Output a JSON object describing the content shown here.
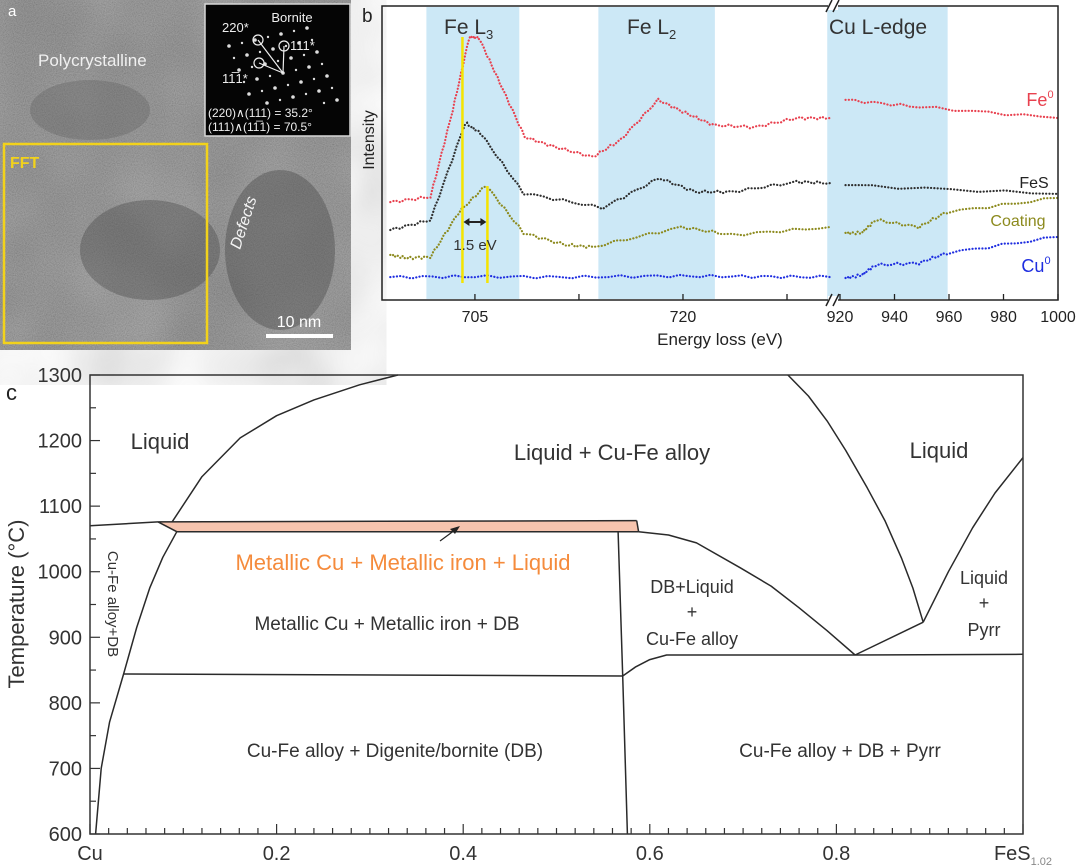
{
  "panel_a": {
    "label": "a",
    "title": "Polycrystalline",
    "fft_label": "FFT",
    "defects_label": "Defects",
    "scale_bar": "10 nm",
    "inset": {
      "title": "Bornite",
      "spots": [
        "220*",
        "111*",
        "11̅1*"
      ],
      "angles": [
        "(220)∧(111) = 35.2°",
        "(111)∧(11̅1) = 70.5°"
      ]
    },
    "colors": {
      "box": "#f2d21b",
      "text": "#ffffff"
    }
  },
  "chart_data": [
    {
      "type": "line",
      "panel_label": "b",
      "title": "",
      "xlabel": "Energy loss (eV)",
      "ylabel": "Intensity",
      "xlim_segments": [
        [
          698.3,
          731
        ],
        [
          918,
          1000
        ]
      ],
      "ylim": [
        0,
        10
      ],
      "xticks": [
        {
          "value": 705,
          "label": "705"
        },
        {
          "value": 712.5,
          "label": ""
        },
        {
          "value": 720,
          "label": "720"
        },
        {
          "value": 727.5,
          "label": ""
        },
        {
          "value": 920,
          "label": "920"
        },
        {
          "value": 940,
          "label": "940"
        },
        {
          "value": 960,
          "label": "960"
        },
        {
          "value": 980,
          "label": "980"
        },
        {
          "value": 1000,
          "label": "1000"
        }
      ],
      "regions": [
        {
          "name": "Fe  L",
          "sub": "3",
          "range": [
            701.5,
            708.2
          ],
          "color": "#cce8f6"
        },
        {
          "name": "Fe  L",
          "sub": "2",
          "range": [
            713.9,
            722.3
          ],
          "color": "#cce8f6"
        },
        {
          "name": "Cu L-edge",
          "sub": "",
          "range": [
            730.4,
            959.5
          ],
          "color": "#cce8f6"
        }
      ],
      "series": [
        {
          "name": "Fe",
          "sup": "0",
          "color": "#e8414f",
          "points": [
            [
              698.9,
              3.34
            ],
            [
              701.8,
              3.52
            ],
            [
              703.4,
              6.48
            ],
            [
              704.6,
              8.98
            ],
            [
              705.3,
              8.94
            ],
            [
              706.8,
              7.41
            ],
            [
              708.6,
              5.56
            ],
            [
              710.8,
              5.22
            ],
            [
              713.5,
              4.88
            ],
            [
              715.5,
              5.46
            ],
            [
              718.2,
              6.83
            ],
            [
              720.2,
              6.38
            ],
            [
              722.2,
              5.97
            ],
            [
              725.2,
              5.9
            ],
            [
              728.2,
              6.21
            ],
            [
              730.6,
              6.21
            ],
            [
              922,
              6.83
            ],
            [
              949,
              6.59
            ],
            [
              1000,
              6.21
            ]
          ]
        },
        {
          "name": "FeS",
          "sup": "",
          "color": "#2e2e2e",
          "points": [
            [
              698.9,
              2.39
            ],
            [
              701.8,
              2.73
            ],
            [
              704.3,
              6.04
            ],
            [
              705.4,
              5.7
            ],
            [
              708.5,
              3.65
            ],
            [
              714.2,
              3.14
            ],
            [
              718.3,
              4.16
            ],
            [
              720.9,
              3.69
            ],
            [
              723.5,
              3.69
            ],
            [
              728.2,
              4.03
            ],
            [
              730.6,
              3.99
            ],
            [
              922,
              3.92
            ],
            [
              1000,
              3.62
            ]
          ]
        },
        {
          "name": "Coating",
          "sup": "",
          "color": "#8c8a1e",
          "points": [
            [
              698.9,
              1.54
            ],
            [
              700.1,
              1.43
            ],
            [
              701.8,
              1.47
            ],
            [
              703.8,
              2.97
            ],
            [
              705.8,
              3.92
            ],
            [
              708.5,
              2.29
            ],
            [
              711.5,
              1.88
            ],
            [
              713.5,
              1.81
            ],
            [
              719.9,
              2.49
            ],
            [
              723.5,
              2.22
            ],
            [
              730.6,
              2.49
            ],
            [
              922,
              2.29
            ],
            [
              928,
              2.29
            ],
            [
              933,
              2.73
            ],
            [
              949,
              2.49
            ],
            [
              959,
              3.0
            ],
            [
              1000,
              3.48
            ]
          ]
        },
        {
          "name": "Cu",
          "sup": "0",
          "color": "#1f2ee0",
          "points": [
            [
              698.9,
              0.78
            ],
            [
              705,
              0.8
            ],
            [
              712,
              0.78
            ],
            [
              719,
              0.82
            ],
            [
              725,
              0.8
            ],
            [
              730.6,
              0.78
            ],
            [
              922,
              0.75
            ],
            [
              928,
              0.85
            ],
            [
              933,
              1.19
            ],
            [
              949,
              1.26
            ],
            [
              959,
              1.6
            ],
            [
              1000,
              2.15
            ]
          ]
        }
      ],
      "annotations": [
        {
          "text": "1.5 eV",
          "peak_positions": [
            704.1,
            705.9
          ]
        }
      ]
    },
    {
      "type": "phase_diagram",
      "panel_label": "c",
      "xlabel_ticks": [
        {
          "value": 0,
          "label": "Cu"
        },
        {
          "value": 0.2,
          "label": "0.2"
        },
        {
          "value": 0.4,
          "label": "0.4"
        },
        {
          "value": 0.6,
          "label": "0.6"
        },
        {
          "value": 0.8,
          "label": "0.8"
        },
        {
          "value": 1.0,
          "label": "FeS",
          "sub": "1.02"
        }
      ],
      "ylabel": "Temperature (°C)",
      "yticks": [
        1300,
        1200,
        1100,
        1000,
        900,
        800,
        700,
        600
      ],
      "xlim": [
        0,
        1.0
      ],
      "ylim": [
        600,
        1300
      ],
      "boundaries": [
        {
          "name": "left-eutectic-line",
          "points": [
            [
              0,
              1070
            ],
            [
              0.073,
              1076
            ]
          ]
        },
        {
          "name": "left-solidus",
          "points": [
            [
              0.006,
              600
            ],
            [
              0.012,
              700
            ],
            [
              0.021,
              771
            ],
            [
              0.036,
              844
            ],
            [
              0.05,
              915
            ],
            [
              0.064,
              975
            ],
            [
              0.078,
              1022
            ],
            [
              0.093,
              1061
            ]
          ]
        },
        {
          "name": "left-liquidus",
          "points": [
            [
              0.088,
              1076
            ],
            [
              0.12,
              1145
            ],
            [
              0.161,
              1204
            ],
            [
              0.2,
              1238
            ],
            [
              0.24,
              1262
            ],
            [
              0.289,
              1285
            ],
            [
              0.33,
              1300
            ]
          ]
        },
        {
          "name": "band-top",
          "points": [
            [
              0.073,
              1076
            ],
            [
              0.586,
              1078
            ]
          ]
        },
        {
          "name": "band-bottom",
          "points": [
            [
              0.093,
              1061
            ],
            [
              0.588,
              1061
            ]
          ]
        },
        {
          "name": "band-left-edge",
          "points": [
            [
              0.073,
              1076
            ],
            [
              0.093,
              1061
            ]
          ]
        },
        {
          "name": "band-right-edge",
          "points": [
            [
              0.586,
              1078
            ],
            [
              0.588,
              1061
            ]
          ]
        },
        {
          "name": "vertical-boundary",
          "points": [
            [
              0.566,
              1061
            ],
            [
              0.571,
              841
            ],
            [
              0.576,
              600
            ]
          ]
        },
        {
          "name": "lower-horizontal",
          "points": [
            [
              0.036,
              844
            ],
            [
              0.571,
              841
            ]
          ]
        },
        {
          "name": "lower-right-boundary",
          "points": [
            [
              0.571,
              841
            ],
            [
              0.585,
              855
            ],
            [
              0.6,
              866
            ],
            [
              0.618,
              873
            ],
            [
              0.82,
              873
            ],
            [
              1.0,
              874
            ]
          ]
        },
        {
          "name": "db-liquid-curve",
          "points": [
            [
              0.588,
              1061
            ],
            [
              0.62,
              1056
            ],
            [
              0.65,
              1044
            ],
            [
              0.697,
              1006
            ],
            [
              0.73,
              978
            ],
            [
              0.76,
              945
            ],
            [
              0.79,
              910
            ],
            [
              0.82,
              873
            ]
          ]
        },
        {
          "name": "pyrr-v-left",
          "points": [
            [
              0.82,
              873
            ],
            [
              0.893,
              923
            ]
          ]
        },
        {
          "name": "right-liquidus-desc",
          "points": [
            [
              0.748,
              1300
            ],
            [
              0.77,
              1268
            ],
            [
              0.79,
              1230
            ],
            [
              0.81,
              1185
            ],
            [
              0.833,
              1128
            ],
            [
              0.852,
              1078
            ],
            [
              0.87,
              1020
            ],
            [
              0.882,
              975
            ],
            [
              0.893,
              923
            ]
          ]
        },
        {
          "name": "right-liquidus-asc",
          "points": [
            [
              0.893,
              923
            ],
            [
              0.92,
              1000
            ],
            [
              0.946,
              1067
            ],
            [
              0.97,
              1120
            ],
            [
              1.0,
              1174
            ]
          ]
        }
      ],
      "highlight_band": {
        "points": [
          [
            0.073,
            1076
          ],
          [
            0.586,
            1078
          ],
          [
            0.588,
            1061
          ],
          [
            0.093,
            1061
          ]
        ],
        "color": "#f6c4ae"
      },
      "regions": [
        {
          "label": "Liquid"
        },
        {
          "label": "Liquid + Cu-Fe alloy"
        },
        {
          "label": "Liquid"
        },
        {
          "label": "Metallic Cu + Metallic iron + Liquid",
          "color": "#f58b3c"
        },
        {
          "label": "Metallic Cu + Metallic iron + DB"
        },
        {
          "label": "Cu-Fe alloy + Digenite/bornite (DB)"
        },
        {
          "label": "Cu-Fe alloy+DB"
        },
        {
          "label": "DB+Liquid",
          "line2": "+",
          "line3": "Cu-Fe alloy"
        },
        {
          "label": "Liquid",
          "line2": "+",
          "line3": "Pyrr"
        },
        {
          "label": "Cu-Fe alloy +  DB + Pyrr"
        }
      ]
    }
  ]
}
